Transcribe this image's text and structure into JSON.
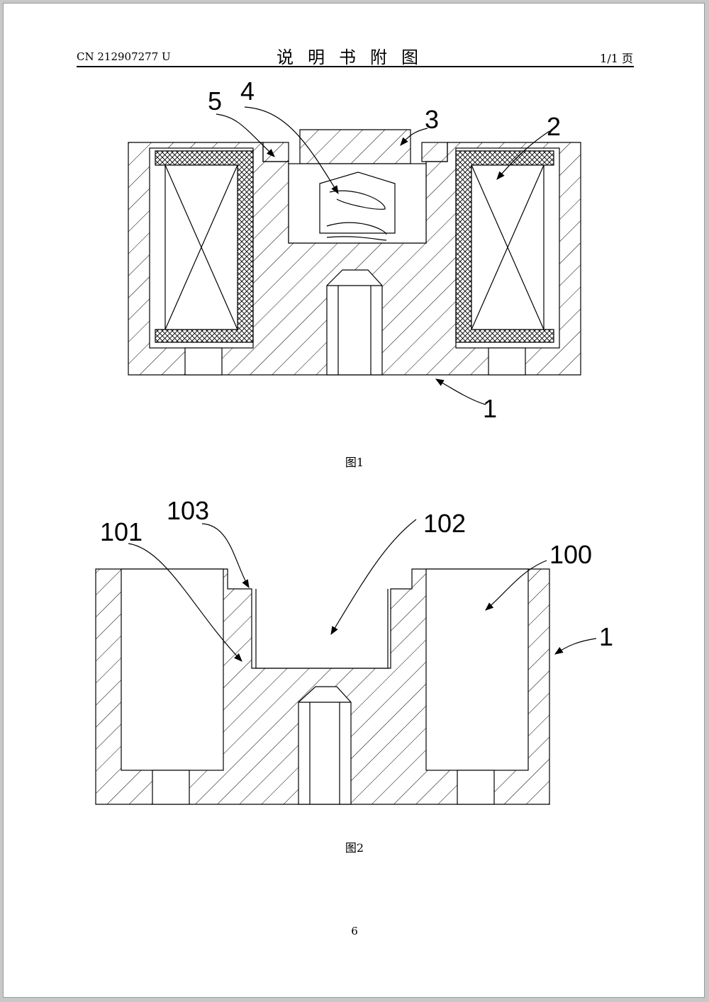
{
  "header": {
    "doc_number": "CN 212907277 U",
    "section_title": "说明书附图",
    "page_of": "1/1 页"
  },
  "figures": [
    {
      "caption": "图1",
      "labels": [
        "1",
        "2",
        "3",
        "4",
        "5"
      ]
    },
    {
      "caption": "图2",
      "labels": [
        "1",
        "100",
        "101",
        "102",
        "103"
      ]
    }
  ],
  "footer": {
    "page_number": "6"
  }
}
